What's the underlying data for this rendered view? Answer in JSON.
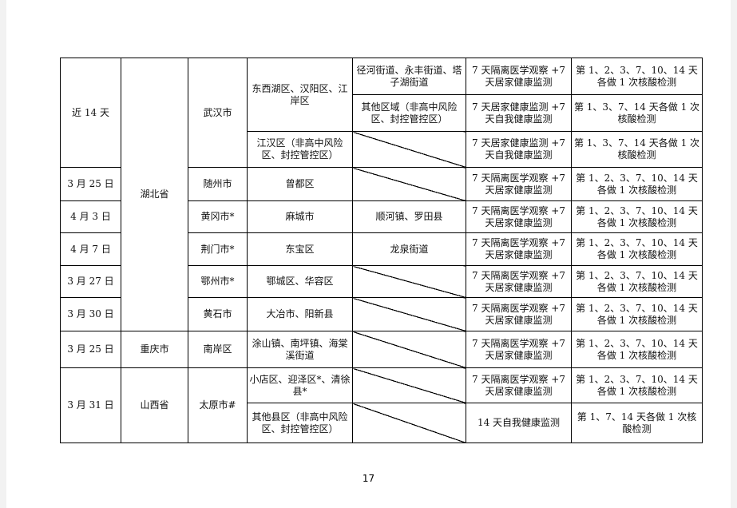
{
  "header": {
    "date": "近 14 天",
    "province": "湖北省",
    "city": "武汉市"
  },
  "rows": {
    "wuhan_a": {
      "district": "东西湖区、汉阳区、江岸区",
      "town": "径河街道、永丰街道、塔子湖街道",
      "measure": "7 天隔离医学观察 +7 天居家健康监测",
      "test": "第 1、2、3、7、10、14 天各做 1 次核酸检测"
    },
    "wuhan_b": {
      "town": "其他区域（非高中风险区、封控管控区）",
      "measure": "7 天居家健康监测 +7 天自我健康监测",
      "test": "第 1、3、7、14 天各做 1 次核酸检测"
    },
    "wuhan_c": {
      "district": "江汉区（非高中风险区、封控管控区）",
      "measure": "7 天居家健康监测 +7 天自我健康监测",
      "test": "第 1、3、7、14 天各做 1 次核酸检测"
    },
    "suizhou": {
      "date": "3 月 25 日",
      "city": "随州市",
      "district": "曾都区",
      "measure": "7 天隔离医学观察 +7 天居家健康监测",
      "test": "第 1、2、3、7、10、14 天各做 1 次核酸检测"
    },
    "huanggang": {
      "date": "4 月 3 日",
      "city": "黄冈市*",
      "district": "麻城市",
      "town": "顺河镇、罗田县",
      "measure": "7 天隔离医学观察 +7 天居家健康监测",
      "test": "第 1、2、3、7、10、14 天各做 1 次核酸检测"
    },
    "jingmen": {
      "date": "4 月 7 日",
      "city": "荆门市*",
      "district": "东宝区",
      "town": "龙泉街道",
      "measure": "7 天隔离医学观察 +7 天居家健康监测",
      "test": "第 1、2、3、7、10、14 天各做 1 次核酸检测"
    },
    "ezhou": {
      "date": "3 月 27 日",
      "city": "鄂州市*",
      "district": "鄂城区、华容区",
      "measure": "7 天隔离医学观察 +7 天居家健康监测",
      "test": "第 1、2、3、7、10、14 天各做 1 次核酸检测"
    },
    "huangshi": {
      "date": "3 月 30 日",
      "city": "黄石市",
      "district": "大冶市、阳新县",
      "measure": "7 天隔离医学观察 +7 天居家健康监测",
      "test": "第 1、2、3、7、10、14 天各做 1 次核酸检测"
    },
    "chongqing": {
      "date": "3 月 25 日",
      "province": "重庆市",
      "city": "南岸区",
      "district": "涂山镇、南坪镇、海棠溪街道",
      "measure": "7 天隔离医学观察 +7 天居家健康监测",
      "test": "第 1、2、3、7、10、14 天各做 1 次核酸检测"
    },
    "taiyuan_a": {
      "date": "3 月 31 日",
      "province": "山西省",
      "city": "太原市#",
      "district": "小店区、迎泽区*、清徐县*",
      "measure": "7 天隔离医学观察 +7 天居家健康监测",
      "test": "第 1、2、3、7、10、14 天各做 1 次核酸检测"
    },
    "taiyuan_b": {
      "district": "其他县区（非高中风险区、封控管控区）",
      "measure": "14 天自我健康监测",
      "test": "第 1、7、14 天各做 1 次核酸检测"
    }
  },
  "page_number": "17"
}
